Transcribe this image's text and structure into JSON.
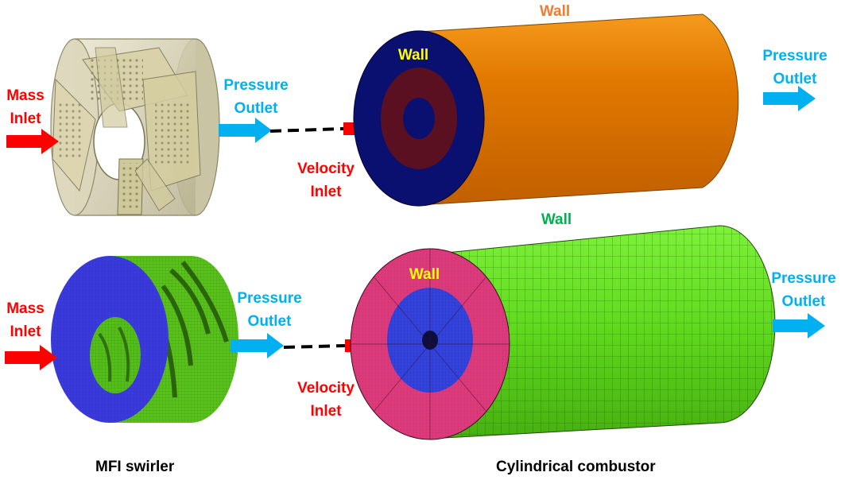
{
  "colors": {
    "mass_inlet_arrow": "#ff0000",
    "pressure_outlet_arrow": "#00b0f0",
    "combustor_wall_top": "#e07800",
    "combustor_end_face": "#0a1070",
    "combustor_ring": "#5a1020",
    "mesh_wall": "#66dd1f",
    "mesh_ring": "#e03a78",
    "mesh_core": "#3344dd",
    "swirler_face_mesh": "#3a3add",
    "label_red": "#ff0000",
    "label_cyan": "#00b0f0",
    "label_yellow": "#ffff00",
    "label_orange": "#ed7d31",
    "label_green": "#00b050"
  },
  "top_row": {
    "swirler_inlet": [
      "Mass",
      "Inlet"
    ],
    "swirler_outlet": [
      "Pressure",
      "Outlet"
    ],
    "velocity_inlet": [
      "Velocity",
      "Inlet"
    ],
    "inner_wall": "Wall",
    "outer_wall": "Wall",
    "combustor_outlet": [
      "Pressure",
      "Outlet"
    ]
  },
  "bottom_row": {
    "swirler_inlet": [
      "Mass",
      "Inlet"
    ],
    "swirler_outlet": [
      "Pressure",
      "Outlet"
    ],
    "velocity_inlet": [
      "Velocity",
      "Inlet"
    ],
    "inner_wall": "Wall",
    "outer_wall": "Wall",
    "combustor_outlet": [
      "Pressure",
      "Outlet"
    ]
  },
  "captions": {
    "left": "MFI swirler",
    "right": "Cylindrical combustor"
  }
}
